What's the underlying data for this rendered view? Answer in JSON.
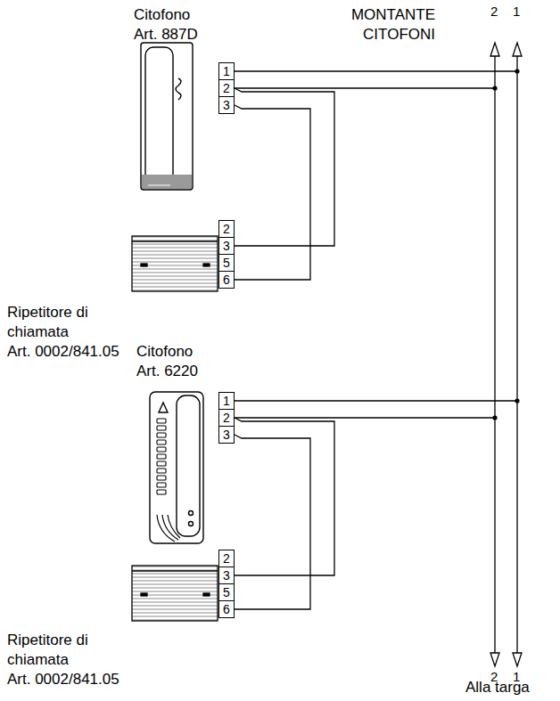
{
  "diagram": {
    "nodes": [
      {
        "text": [
          "1"
        ]
      },
      {
        "text": [
          "2"
        ]
      },
      {
        "text": [
          "3"
        ]
      },
      {
        "text": [
          "2"
        ]
      },
      {
        "text": [
          "3"
        ]
      },
      {
        "text": [
          "5"
        ]
      },
      {
        "text": [
          "6"
        ]
      },
      {
        "text": [
          "1"
        ]
      },
      {
        "text": [
          "2"
        ]
      },
      {
        "text": [
          "3"
        ]
      },
      {
        "text": [
          "2"
        ]
      },
      {
        "text": [
          "3"
        ]
      },
      {
        "text": [
          "5"
        ]
      },
      {
        "text": [
          "6"
        ]
      }
    ],
    "edges": [
      {
        "from": 1,
        "to": 4,
        "arrow": "none"
      },
      {
        "from": 2,
        "to": 6,
        "arrow": "none"
      },
      {
        "from": 8,
        "to": 11,
        "arrow": "none"
      },
      {
        "from": 9,
        "to": 13,
        "arrow": "none"
      }
    ],
    "labels": [
      "Citofono Art. 887D",
      "MONTANTE CITOFONI",
      "2",
      "1",
      "Ripetitore di chiamata Art. 0002/841.05",
      "Citofono Art. 6220",
      "Ripetitore di chiamata Art. 0002/841.05",
      "2",
      "1",
      "Alla targa"
    ]
  }
}
